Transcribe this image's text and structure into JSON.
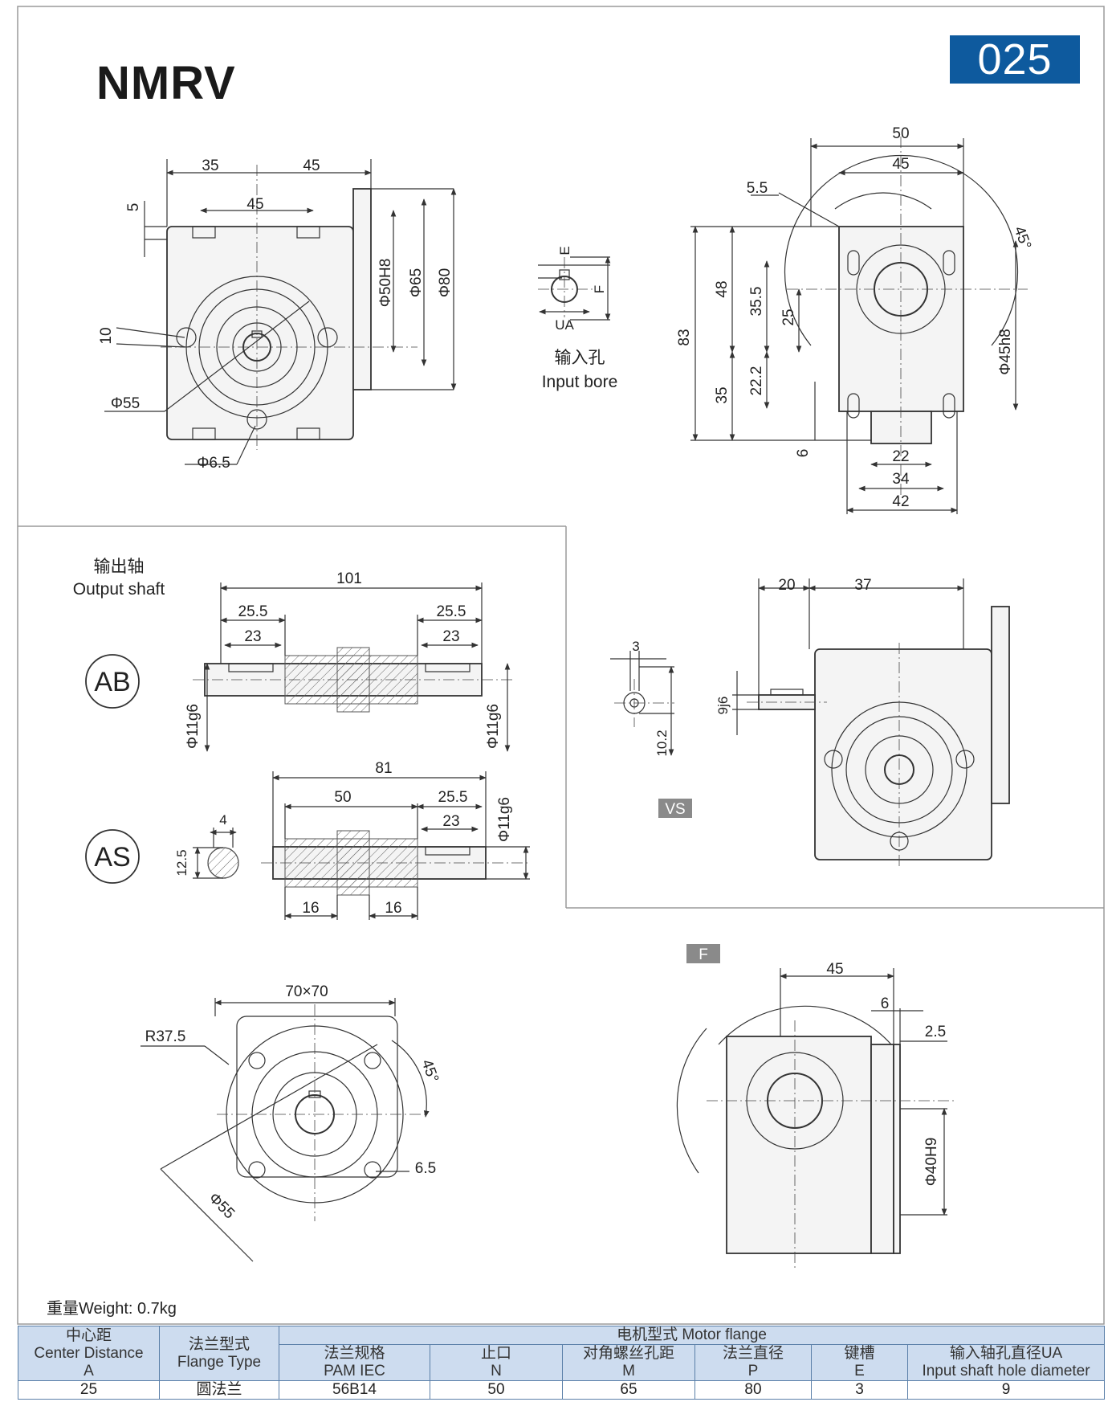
{
  "header": {
    "title": "NMRV",
    "model_number": "025"
  },
  "input_bore": {
    "label_cn": "输入孔",
    "label_en": "Input bore",
    "dims": [
      "E",
      "F",
      "UA"
    ]
  },
  "front_view": {
    "dims": [
      "35",
      "45",
      "45",
      "5",
      "Φ50H8",
      "Φ65",
      "Φ80",
      "10",
      "Φ55",
      "Φ6.5"
    ]
  },
  "side_view": {
    "dims": [
      "50",
      "45",
      "5.5",
      "45°",
      "83",
      "48",
      "35.5",
      "25",
      "Φ45h8",
      "35",
      "22.2",
      "6",
      "22",
      "34",
      "42"
    ]
  },
  "output_shaft": {
    "label_cn": "输出轴",
    "label_en": "Output shaft",
    "ab": {
      "badge": "AB",
      "dims": [
        "101",
        "25.5",
        "23",
        "25.5",
        "23",
        "Φ11g6",
        "Φ11g6"
      ]
    },
    "as": {
      "badge": "AS",
      "dims": [
        "81",
        "50",
        "25.5",
        "23",
        "Φ11g6",
        "4",
        "12.5",
        "16",
        "16"
      ]
    }
  },
  "vs_view": {
    "tag": "VS",
    "dims": [
      "20",
      "37",
      "3",
      "9j6",
      "10.2"
    ]
  },
  "flange_front": {
    "dims": [
      "70×70",
      "R37.5",
      "45°",
      "6.5",
      "Φ55"
    ]
  },
  "flange_side": {
    "tag": "F",
    "dims": [
      "45",
      "6",
      "2.5",
      "Φ40H9"
    ]
  },
  "weight": "重量Weight: 0.7kg",
  "table": {
    "col_center": [
      "中心距",
      "Center Distance",
      "A"
    ],
    "col_flange": [
      "法兰型式",
      "Flange Type"
    ],
    "group": "电机型式 Motor flange",
    "sub": [
      [
        "法兰规格",
        "PAM IEC"
      ],
      [
        "止口",
        "N"
      ],
      [
        "对角螺丝孔距",
        "M"
      ],
      [
        "法兰直径",
        "P"
      ],
      [
        "键槽",
        "E"
      ],
      [
        "输入轴孔直径UA",
        "Input shaft hole diameter"
      ]
    ],
    "rows": [
      [
        "25",
        "圆法兰",
        "56B14",
        "50",
        "65",
        "80",
        "3",
        "9"
      ]
    ]
  }
}
